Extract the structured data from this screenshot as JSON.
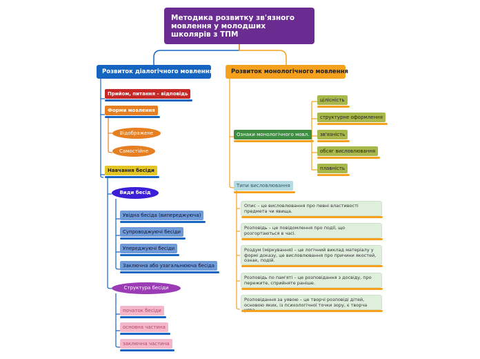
{
  "root": {
    "title": "Методика розвитку зв'язного мовлення у молодших школярів з ТПМ"
  },
  "dialog": {
    "title": "Розвиток діалогічного мовлення",
    "priyom": "Прийом, питання – відповідь",
    "formy": "Форми мовлення",
    "formy_items": [
      "Відображене",
      "Самостійне"
    ],
    "navchannya": "Навчання бесіди",
    "vydy": "Види бесід",
    "vydy_items": [
      "Увідна бесіда (випереджуюча)",
      "Супроводжуючі бесіди",
      "Упереджуючі бесіди",
      "Заключна або узагальнююча бесіда"
    ],
    "struktura": "Структура бесіди",
    "struktura_items": [
      "початок бесіди",
      "основна частина",
      "заключна частина"
    ]
  },
  "monolog": {
    "title": "Розвиток монологічного мовлення",
    "oznaky": "Ознаки монологічного мовл.",
    "oznaky_items": [
      "цілісність",
      "структурне оформлення",
      "зв'язність",
      "обсяг висловлювання",
      "плавність"
    ],
    "typy": "Типи висловлювання",
    "typy_items": [
      "Опис – це висловлювання про певні властивості предмета чи явища.",
      "Розповідь – це повідомлення про події, що розгортаються в часі.",
      "Роздум (міркування) – це логічний виклад матеріалу у формі доказу, це висловлювання про причини якостей, ознак, подій.",
      "Розповідь по пам'яті – це розповідання з досвіду, про пережите, сприйняте раніше.",
      "Розповідання за уявою – це творчі розповіді дітей, основою яких, із психологічної точки зору, є творча уява."
    ]
  },
  "colors": {
    "root": "#6a2c91",
    "dialog": "#1565c0",
    "monolog": "#f5a11d",
    "priyom": "#c62828",
    "formy": "#e67e22",
    "navchannya": "#e3c626",
    "vydy": "#3a1fd6",
    "struktura": "#9b3bb5",
    "oznaky": "#2e7d32"
  }
}
